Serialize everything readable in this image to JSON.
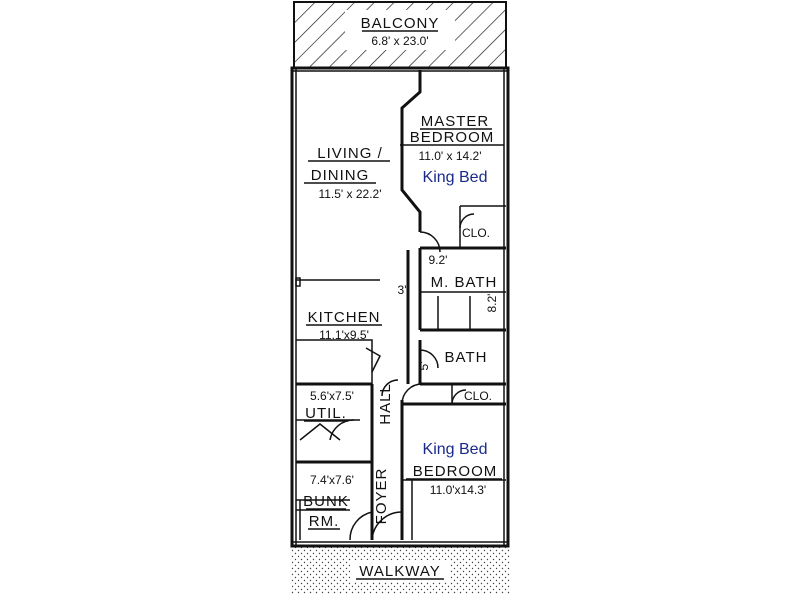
{
  "rooms": {
    "balcony": {
      "name": "BALCONY",
      "dims": "6.8' x 23.0'"
    },
    "living": {
      "name_line1": "LIVING /",
      "name_line2": "DINING",
      "dims": "11.5' x 22.2'"
    },
    "master": {
      "name_line1": "MASTER",
      "name_line2": "BEDROOM",
      "dims": "11.0' x 14.2'",
      "bed": "King Bed"
    },
    "master_closet": {
      "name": "CLO."
    },
    "master_bath": {
      "name": "M. BATH",
      "width": "9.2'",
      "depth": "8.2'"
    },
    "hall_gap": {
      "dims": "3'"
    },
    "kitchen": {
      "name": "KITCHEN",
      "dims": "11.1'x9.5'"
    },
    "bath": {
      "name": "BATH",
      "dims": "5'"
    },
    "util": {
      "name": "UTIL.",
      "dims": "5.6'x7.5'"
    },
    "hall": {
      "name": "HALL"
    },
    "closet2": {
      "name": "CLO."
    },
    "bedroom": {
      "name": "BEDROOM",
      "dims": "11.0'x14.3'",
      "bed": "King Bed"
    },
    "bunk": {
      "name_line1": "BUNK",
      "name_line2": "RM.",
      "dims": "7.4'x7.6'"
    },
    "foyer": {
      "name": "FOYER"
    },
    "walkway": {
      "name": "WALKWAY"
    }
  }
}
